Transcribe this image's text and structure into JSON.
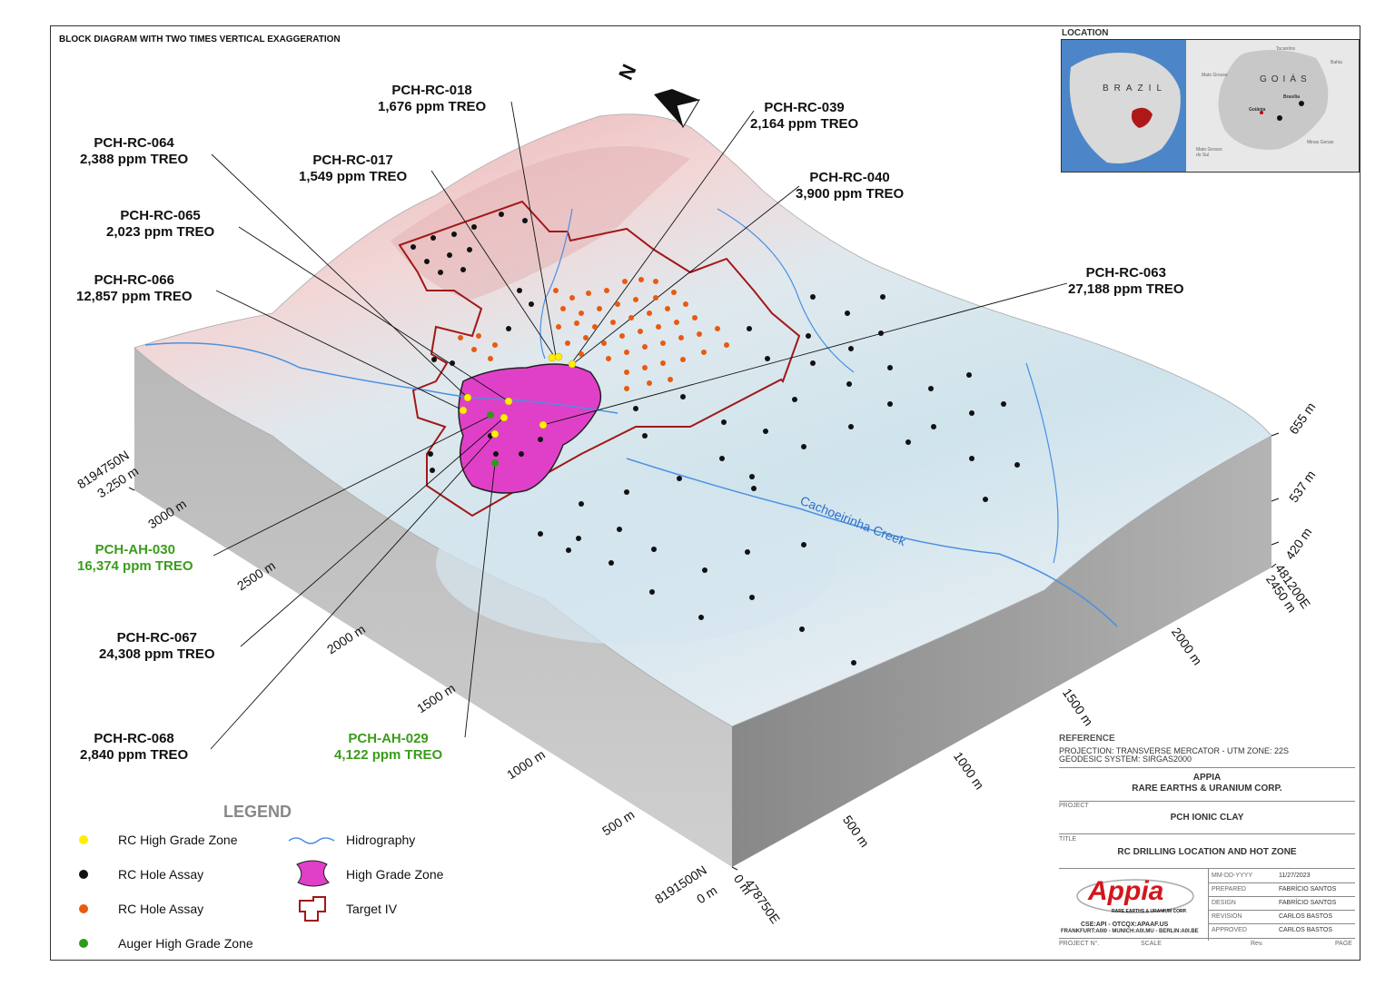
{
  "header": {
    "title": "BLOCK DIAGRAM WITH TWO TIMES VERTICAL EXAGGERATION"
  },
  "inset": {
    "label": "LOCATION",
    "country": "BRAZIL",
    "state": "GOIÁS",
    "places": [
      "Tocantins",
      "Bahia",
      "Mato Grosso",
      "Brasília",
      "Goiânia",
      "Minas Gerais",
      "Mato Grosso do Sul"
    ]
  },
  "callouts": [
    {
      "name": "PCH-RC-018",
      "value": "1,676 ppm TREO",
      "color": "black"
    },
    {
      "name": "PCH-RC-039",
      "value": "2,164 ppm TREO",
      "color": "black"
    },
    {
      "name": "PCH-RC-064",
      "value": "2,388 ppm TREO",
      "color": "black"
    },
    {
      "name": "PCH-RC-017",
      "value": "1,549 ppm TREO",
      "color": "black"
    },
    {
      "name": "PCH-RC-040",
      "value": "3,900 ppm TREO",
      "color": "black"
    },
    {
      "name": "PCH-RC-065",
      "value": "2,023 ppm TREO",
      "color": "black"
    },
    {
      "name": "PCH-RC-066",
      "value": "12,857 ppm TREO",
      "color": "black"
    },
    {
      "name": "PCH-RC-063",
      "value": "27,188 ppm TREO",
      "color": "black"
    },
    {
      "name": "PCH-AH-030",
      "value": "16,374 ppm TREO",
      "color": "green"
    },
    {
      "name": "PCH-RC-067",
      "value": "24,308 ppm TREO",
      "color": "black"
    },
    {
      "name": "PCH-RC-068",
      "value": "2,840 ppm TREO",
      "color": "black"
    },
    {
      "name": "PCH-AH-029",
      "value": "4,122 ppm TREO",
      "color": "green"
    }
  ],
  "creek": "Cachoeirinha Creek",
  "axes": {
    "left_corner": [
      "8194750N",
      "3.250 m"
    ],
    "left_ticks": [
      "3000 m",
      "2500 m",
      "2000 m",
      "1500 m",
      "1000 m",
      "500 m"
    ],
    "origin_n": [
      "8191500N",
      "0 m"
    ],
    "origin_e": [
      "0 m",
      "478750E"
    ],
    "bottom_ticks": [
      "500 m",
      "1000 m",
      "1500 m",
      "2000 m"
    ],
    "right_corner": [
      "481200E",
      "2450 m"
    ],
    "elevation": [
      "655 m",
      "537 m",
      "420 m"
    ]
  },
  "legend": {
    "title": "LEGEND",
    "items": [
      {
        "label": "RC High Grade Zone",
        "symbol": "yellow-dot"
      },
      {
        "label": "RC Hole Assay",
        "symbol": "black-dot"
      },
      {
        "label": "RC Hole Assay",
        "symbol": "orange-dot"
      },
      {
        "label": "Auger High Grade Zone",
        "symbol": "green-dot"
      },
      {
        "label": "Hidrography",
        "symbol": "wave-line"
      },
      {
        "label": "High Grade Zone",
        "symbol": "magenta-shape"
      },
      {
        "label": "Target IV",
        "symbol": "red-outline"
      }
    ]
  },
  "titleblock": {
    "reference_label": "REFERENCE",
    "projection": "PROJECTION: TRANSVERSE MERCATOR - UTM ZONE: 22S",
    "geodesic": "GEODESIC SYSTEM: SIRGAS2000",
    "company_1": "APPIA",
    "company_2": "RARE EARTHS & URANIUM CORP.",
    "project_label": "PROJECT",
    "project": "PCH IONIC CLAY",
    "title_label": "TITLE",
    "title": "RC DRILLING LOCATION AND HOT ZONE",
    "logo_text": "Appia",
    "logo_sub": "RARE EARTHS & URANIUM CORP.",
    "exchange_1": "CSE:API - OTCQX:APAAF.US",
    "exchange_2": "FRANKFURT:A0I0 - MUNICH:A0I.MU - BERLIN:A0I.BE",
    "rows": [
      {
        "label": "MM-DD-YYYY",
        "value": "11/27/2023"
      },
      {
        "label": "PREPARED",
        "value": "FABRÍCIO SANTOS"
      },
      {
        "label": "DESIGN",
        "value": "FABRÍCIO SANTOS"
      },
      {
        "label": "REVISION",
        "value": "CARLOS BASTOS"
      },
      {
        "label": "APPROVED",
        "value": "CARLOS BASTOS"
      }
    ],
    "footer": [
      "PROJECT N°.",
      "SCALE",
      "Rev.",
      "PAGE"
    ]
  },
  "colors": {
    "high_grade": "#e040c8",
    "target": "#a01818",
    "rc_high": "#ffee00",
    "rc_orange": "#e85a10",
    "auger": "#2e9a1a",
    "water": "#4a90e2",
    "callout_green": "#3a9c1a"
  }
}
